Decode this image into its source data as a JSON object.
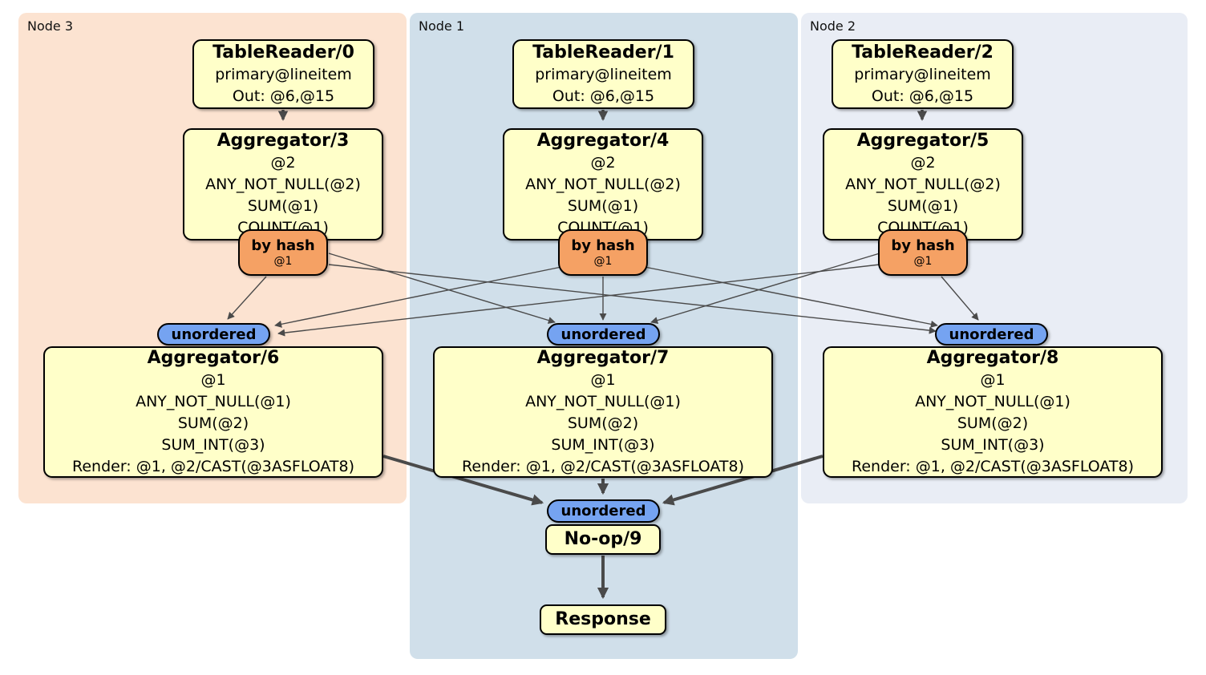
{
  "nodes": [
    {
      "label": "Node 3",
      "table_reader": {
        "title": "TableReader/0",
        "lines": [
          "primary@lineitem",
          "Out: @6,@15"
        ]
      },
      "aggregator_top": {
        "title": "Aggregator/3",
        "lines": [
          "@2",
          "ANY_NOT_NULL(@2)",
          "SUM(@1)",
          "COUNT(@1)"
        ]
      },
      "router": {
        "label": "by hash",
        "detail": "@1"
      },
      "stream": {
        "label": "unordered"
      },
      "aggregator_bottom": {
        "title": "Aggregator/6",
        "lines": [
          "@1",
          "ANY_NOT_NULL(@1)",
          "SUM(@2)",
          "SUM_INT(@3)",
          "Render: @1, @2/CAST(@3ASFLOAT8)"
        ]
      }
    },
    {
      "label": "Node 1",
      "table_reader": {
        "title": "TableReader/1",
        "lines": [
          "primary@lineitem",
          "Out: @6,@15"
        ]
      },
      "aggregator_top": {
        "title": "Aggregator/4",
        "lines": [
          "@2",
          "ANY_NOT_NULL(@2)",
          "SUM(@1)",
          "COUNT(@1)"
        ]
      },
      "router": {
        "label": "by hash",
        "detail": "@1"
      },
      "stream": {
        "label": "unordered"
      },
      "aggregator_bottom": {
        "title": "Aggregator/7",
        "lines": [
          "@1",
          "ANY_NOT_NULL(@1)",
          "SUM(@2)",
          "SUM_INT(@3)",
          "Render: @1, @2/CAST(@3ASFLOAT8)"
        ]
      }
    },
    {
      "label": "Node 2",
      "table_reader": {
        "title": "TableReader/2",
        "lines": [
          "primary@lineitem",
          "Out: @6,@15"
        ]
      },
      "aggregator_top": {
        "title": "Aggregator/5",
        "lines": [
          "@2",
          "ANY_NOT_NULL(@2)",
          "SUM(@1)",
          "COUNT(@1)"
        ]
      },
      "router": {
        "label": "by hash",
        "detail": "@1"
      },
      "stream": {
        "label": "unordered"
      },
      "aggregator_bottom": {
        "title": "Aggregator/8",
        "lines": [
          "@1",
          "ANY_NOT_NULL(@1)",
          "SUM(@2)",
          "SUM_INT(@3)",
          "Render: @1, @2/CAST(@3ASFLOAT8)"
        ]
      }
    }
  ],
  "final_stage": {
    "stream_label": "unordered",
    "noop_label": "No-op/9",
    "response_label": "Response"
  },
  "colors": {
    "processor_fill": "#ffffc9",
    "router_fill": "#f5a164",
    "stream_fill": "#75a3f1",
    "panel_node3": "#fce3d1",
    "panel_node1": "#d0dfea",
    "panel_node2": "#e9edf5",
    "edge": "#4a4a4a"
  }
}
